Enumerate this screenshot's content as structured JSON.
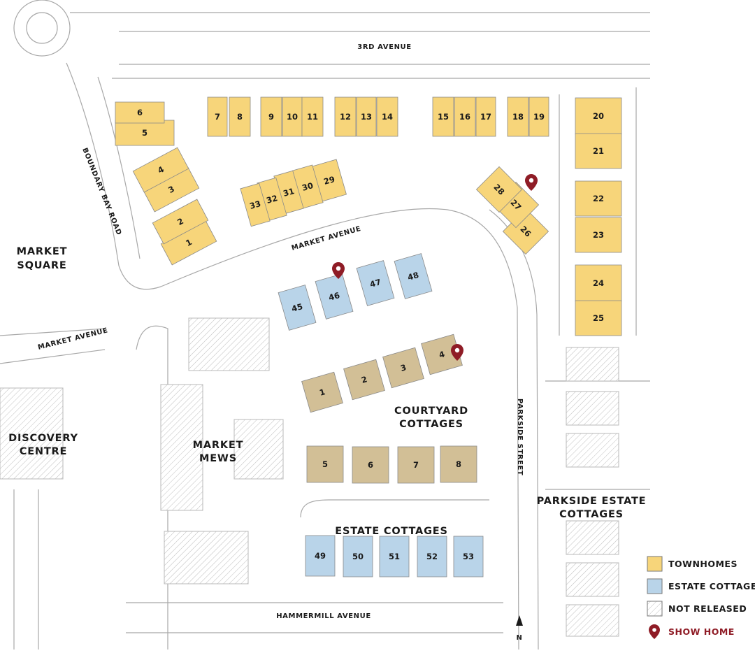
{
  "roads": {
    "third_avenue": "3RD AVENUE",
    "boundary_bay_road": "BOUNDARY BAY ROAD",
    "market_avenue_north": "MARKET AVENUE",
    "market_avenue_west": "MARKET AVENUE",
    "parkside_street": "PARKSIDE STREET",
    "hammermill_avenue": "HAMMERMILL AVENUE"
  },
  "areas": {
    "market_square": [
      "MARKET",
      "SQUARE"
    ],
    "discovery_centre": [
      "DISCOVERY",
      "CENTRE"
    ],
    "market_mews": [
      "MARKET",
      "MEWS"
    ],
    "courtyard_cottages": [
      "COURTYARD",
      "COTTAGES"
    ],
    "estate_cottages": "ESTATE COTTAGES",
    "parkside_estate_cottages": [
      "PARKSIDE ESTATE",
      "COTTAGES"
    ]
  },
  "townhome_lots": [
    "1",
    "2",
    "3",
    "4",
    "5",
    "6",
    "7",
    "8",
    "9",
    "10",
    "11",
    "12",
    "13",
    "14",
    "15",
    "16",
    "17",
    "18",
    "19",
    "20",
    "21",
    "22",
    "23",
    "24",
    "25",
    "26",
    "27",
    "28",
    "29",
    "30",
    "31",
    "32",
    "33"
  ],
  "estate_cottage_lots": [
    "45",
    "46",
    "47",
    "48",
    "49",
    "50",
    "51",
    "52",
    "53"
  ],
  "courtyard_cottage_lots": [
    "1",
    "2",
    "3",
    "4",
    "5",
    "6",
    "7",
    "8"
  ],
  "show_homes": [
    "27",
    "46",
    "4"
  ],
  "north_label": "N",
  "legend": {
    "townhomes": "TOWNHOMES",
    "estate_cottages": "ESTATE COTTAGES",
    "not_released": "NOT RELEASED",
    "show_home": "SHOW HOME"
  },
  "colors": {
    "townhome": "#f7d57a",
    "estate_cottage": "#b9d4e9",
    "courtyard_cottage": "#d2bf96",
    "show_home": "#8f1c26",
    "line": "#9a9a9a"
  }
}
